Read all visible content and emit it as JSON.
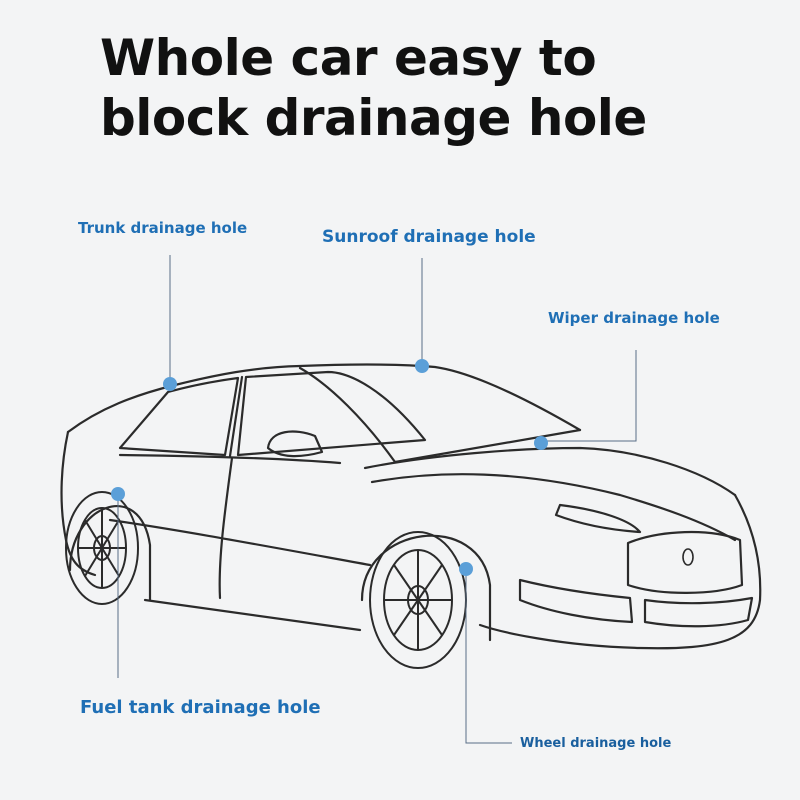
{
  "title": "Whole car easy to block drainage hole",
  "labels": {
    "trunk": "Trunk drainage hole",
    "sunroof": "Sunroof drainage hole",
    "wiper": "Wiper drainage hole",
    "fuel": "Fuel tank drainage hole",
    "wheel": "Wheel drainage hole"
  },
  "colors": {
    "label": "#1f6fb5",
    "marker": "#5b9fd8",
    "leader": "#5a6e86",
    "outline": "#2b2b2b",
    "background": "#f3f4f5"
  }
}
